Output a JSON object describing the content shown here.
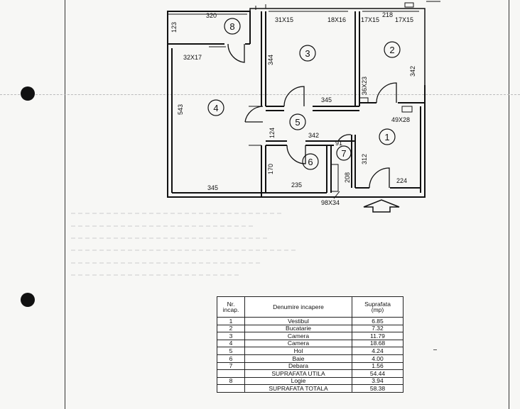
{
  "plan": {
    "dimensions": {
      "d320": "320",
      "d123": "123",
      "d32x17": "32X17",
      "d543": "543",
      "d345_bottom": "345",
      "d31x15": "31X15",
      "d18x16": "18X16",
      "d344": "344",
      "d345_mid": "345",
      "d17x15_a": "17X15",
      "d218": "218",
      "d17x15_b": "17X15",
      "d342_right": "342",
      "d36x23": "36X23",
      "d49x28": "49X28",
      "d124": "124",
      "d342_hall": "342",
      "d91": "91",
      "d312": "312",
      "d170": "170",
      "d235": "235",
      "d208": "208",
      "d224": "224",
      "d98x34": "98X34"
    },
    "rooms": [
      "1",
      "2",
      "3",
      "4",
      "5",
      "6",
      "7",
      "8"
    ]
  },
  "table": {
    "headers": {
      "nr": "Nr.\nincap.",
      "name": "Denumire incapere",
      "area": "Suprafata\n(mp)"
    },
    "rows": [
      {
        "nr": "1",
        "name": "Vestibul",
        "area": "6.85"
      },
      {
        "nr": "2",
        "name": "Bucatarie",
        "area": "7.32"
      },
      {
        "nr": "3",
        "name": "Camera",
        "area": "11.79"
      },
      {
        "nr": "4",
        "name": "Camera",
        "area": "18.68"
      },
      {
        "nr": "5",
        "name": "Hol",
        "area": "4.24"
      },
      {
        "nr": "6",
        "name": "Baie",
        "area": "4.00"
      },
      {
        "nr": "7",
        "name": "Debara",
        "area": "1.56"
      }
    ],
    "useful": {
      "name": "SUPRAFATA UTILA",
      "area": "54.44"
    },
    "logia": {
      "nr": "8",
      "name": "Logie",
      "area": "3.94"
    },
    "total": {
      "name": "SUPRAFATA TOTALA",
      "area": "58.38"
    }
  }
}
